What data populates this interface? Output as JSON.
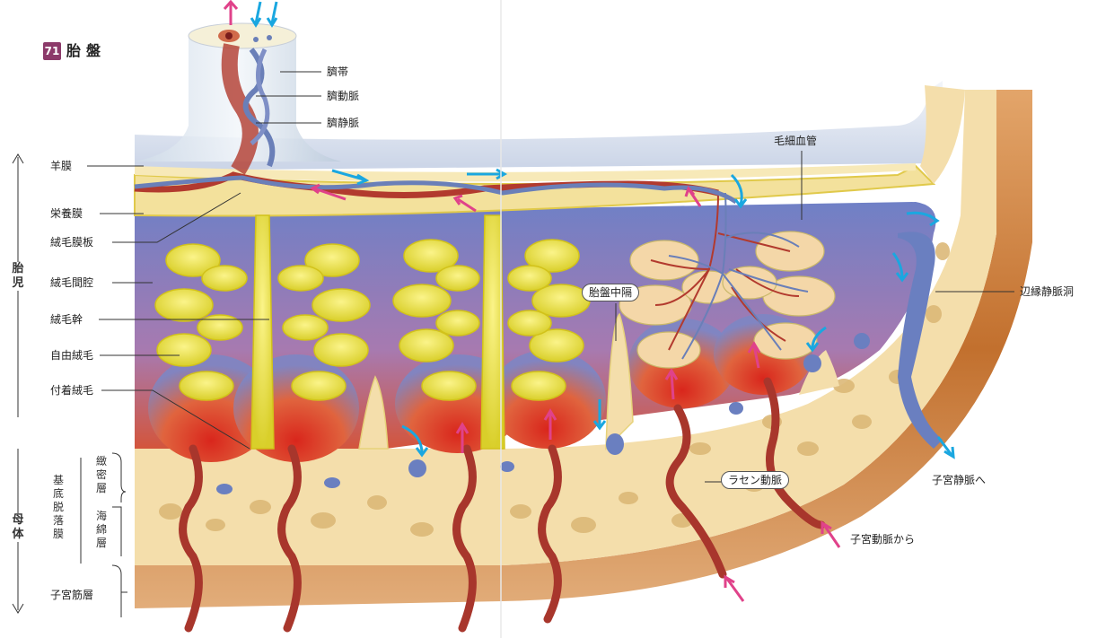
{
  "title": {
    "number": "71",
    "text": "胎盤"
  },
  "labels": {
    "umbilical_cord": "臍帯",
    "umbilical_artery": "臍動脈",
    "umbilical_vein": "臍静脈",
    "amnion": "羊膜",
    "chorion": "栄養膜",
    "chorionic_plate": "絨毛膜板",
    "intervillous_space": "絨毛間腔",
    "stem_villus": "絨毛幹",
    "free_villus": "自由絨毛",
    "anchoring_villus": "付着絨毛",
    "capillary": "毛細血管",
    "placental_septum": "胎盤中隔",
    "marginal_sinus": "辺縁静脈洞",
    "spiral_artery": "ラセン動脈",
    "to_uterine_vein": "子宮静脈へ",
    "from_uterine_artery": "子宮動脈から",
    "fetus": "胎児",
    "mother": "母体",
    "decidua_basalis": "基底脱落膜",
    "compact_layer": "緻密層",
    "spongy_layer": "海綿層",
    "myometrium": "子宮筋層"
  },
  "colors": {
    "maternal_blood": "#d8322a",
    "fetal_vessel_artery": "#b23a2e",
    "fetal_vessel_vein": "#6a7fb8",
    "villus": "#e6e23a",
    "tissue": "#f6e3ad",
    "myometrium": "#c9763a",
    "arrow_in": "#e0428a",
    "arrow_out": "#1aa7e0",
    "title_badge": "#8c3a6a"
  }
}
